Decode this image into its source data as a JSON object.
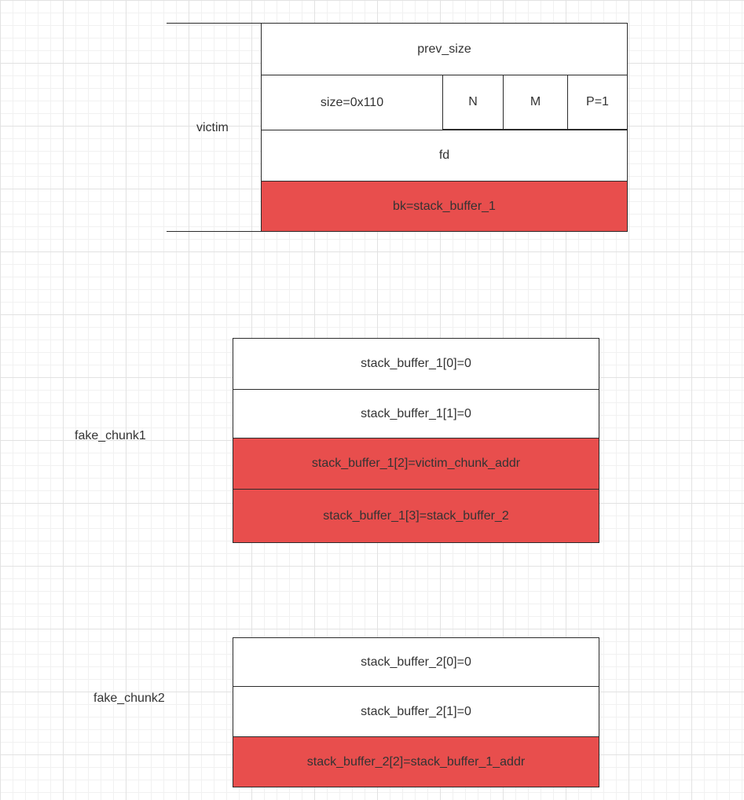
{
  "victim": {
    "label": "victim",
    "fields": {
      "prev_size": "prev_size",
      "size": "size=0x110",
      "flag_n": "N",
      "flag_m": "M",
      "flag_p": "P=1",
      "fd": "fd",
      "bk": "bk=stack_buffer_1"
    }
  },
  "fake_chunk1": {
    "label": "fake_chunk1",
    "fields": [
      "stack_buffer_1[0]=0",
      "stack_buffer_1[1]=0",
      "stack_buffer_1[2]=victim_chunk_addr",
      "stack_buffer_1[3]=stack_buffer_2"
    ]
  },
  "fake_chunk2": {
    "label": "fake_chunk2",
    "fields": [
      "stack_buffer_2[0]=0",
      "stack_buffer_2[1]=0",
      "stack_buffer_2[2]=stack_buffer_1_addr"
    ]
  },
  "colors": {
    "highlight": "#e84e4d",
    "cell": "#ffffff",
    "border": "#2b2b2b"
  }
}
